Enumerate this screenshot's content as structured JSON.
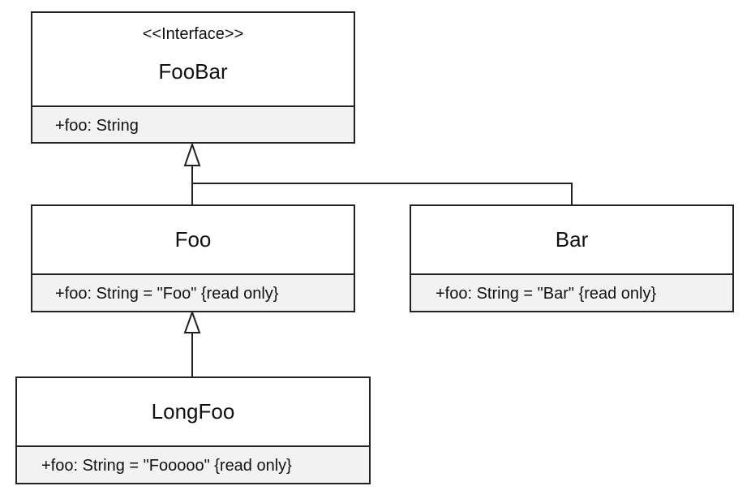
{
  "classes": {
    "foobar": {
      "stereotype": "<<Interface>>",
      "name": "FooBar",
      "attribute": "+foo: String"
    },
    "foo": {
      "name": "Foo",
      "attribute": "+foo: String = \"Foo\" {read only}"
    },
    "bar": {
      "name": "Bar",
      "attribute": "+foo: String = \"Bar\" {read only}"
    },
    "longfoo": {
      "name": "LongFoo",
      "attribute": "+foo: String = \"Fooooo\" {read only}"
    }
  },
  "relationships": [
    {
      "type": "generalization",
      "from": "Foo",
      "to": "FooBar"
    },
    {
      "type": "generalization",
      "from": "Bar",
      "to": "FooBar"
    },
    {
      "type": "generalization",
      "from": "LongFoo",
      "to": "Foo"
    }
  ],
  "colors": {
    "line": "#222222",
    "box_fill": "#ffffff",
    "attribute_fill": "#f2f2f2"
  }
}
